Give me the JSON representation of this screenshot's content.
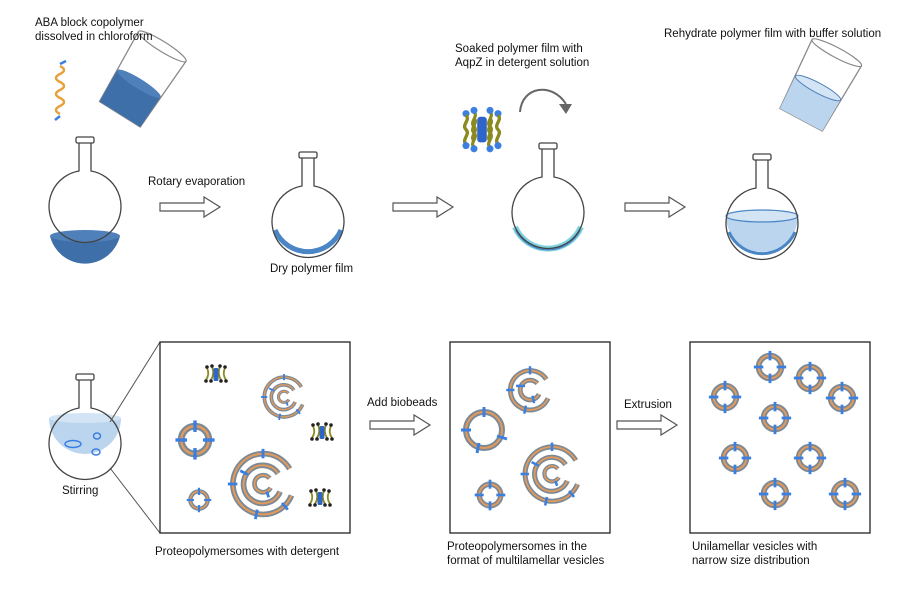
{
  "labels": {
    "aba_copolymer": "ABA block copolymer\ndissolved  in chloroform",
    "rotary_evaporation": "Rotary evaporation",
    "dry_polymer_film": "Dry polymer film",
    "soaked_film": "Soaked polymer film with\nAqpZ in detergent solution",
    "rehydrate": "Rehydrate polymer film with buffer solution",
    "stirring": "Stirring",
    "add_biobeads": "Add biobeads",
    "extrusion": "Extrusion",
    "proteo_with_detergent": "Proteopolymersomes with detergent",
    "proteo_multilamellar": "Proteopolymersomes in the\nformat of multilamellar vesicles",
    "unilamellar": "Unilamellar vesicles with\nnarrow size distribution"
  },
  "colors": {
    "solution_dark": "#3e6fa8",
    "solution_light": "#bcd5ee",
    "film_blue": "#4a86c5",
    "film_cyan": "#7fd3de",
    "membrane_gray": "#7c8a96",
    "membrane_orange": "#e59a5a",
    "protein_blue": "#3b7fe0",
    "detergent_olive": "#8a8a1e"
  }
}
